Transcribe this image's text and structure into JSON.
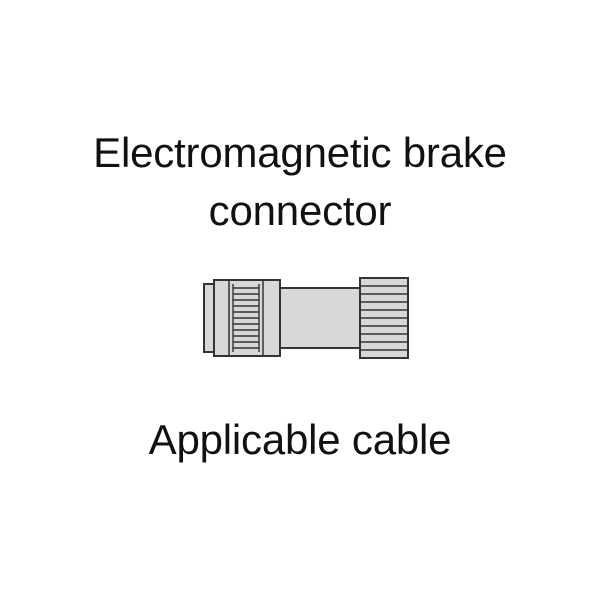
{
  "title": {
    "line1": "Electromagnetic brake",
    "line2": "connector"
  },
  "caption": "Applicable cable",
  "colors": {
    "background": "#ffffff",
    "text": "#111111",
    "connector_fill": "#d8d8d8",
    "connector_outline": "#333333"
  },
  "icons": {
    "connector": "cable-connector-icon"
  }
}
